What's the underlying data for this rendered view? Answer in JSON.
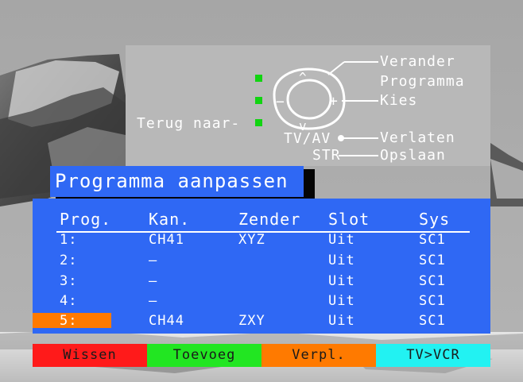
{
  "help": {
    "terug": "Terug naar-",
    "verander": "Verander",
    "programma": "Programma",
    "kies": "Kies",
    "tvav": "TV/AV",
    "verlaten": "Verlaten",
    "str": "STR",
    "opslaan": "Opslaan",
    "up_glyph": "^",
    "down_glyph": "v",
    "minus_glyph": "−",
    "plus_glyph": "+"
  },
  "title": "Programma aanpassen",
  "table": {
    "headers": [
      "Prog.",
      "Kan.",
      "Zender",
      "Slot",
      "Sys"
    ],
    "rows": [
      {
        "prog": "1:",
        "kan": "CH41",
        "zender": "XYZ",
        "slot": "Uit",
        "sys": "SC1"
      },
      {
        "prog": "2:",
        "kan": "–",
        "zender": "",
        "slot": "Uit",
        "sys": "SC1"
      },
      {
        "prog": "3:",
        "kan": "–",
        "zender": "",
        "slot": "Uit",
        "sys": "SC1"
      },
      {
        "prog": "4:",
        "kan": "–",
        "zender": "",
        "slot": "Uit",
        "sys": "SC1"
      },
      {
        "prog": "5:",
        "kan": "CH44",
        "zender": "ZXY",
        "slot": "Uit",
        "sys": "SC1"
      }
    ],
    "selected_row": 4
  },
  "keys": {
    "red": "Wissen",
    "green": "Toevoeg",
    "orange": "Verpl.",
    "cyan": "TV>VCR"
  },
  "colors": {
    "panel_blue": "#2f68f4",
    "key_red": "#ff1a1a",
    "key_green": "#22e622",
    "key_orange": "#ff7a00",
    "key_cyan": "#22f2f2",
    "indicator_green": "#11d411"
  }
}
